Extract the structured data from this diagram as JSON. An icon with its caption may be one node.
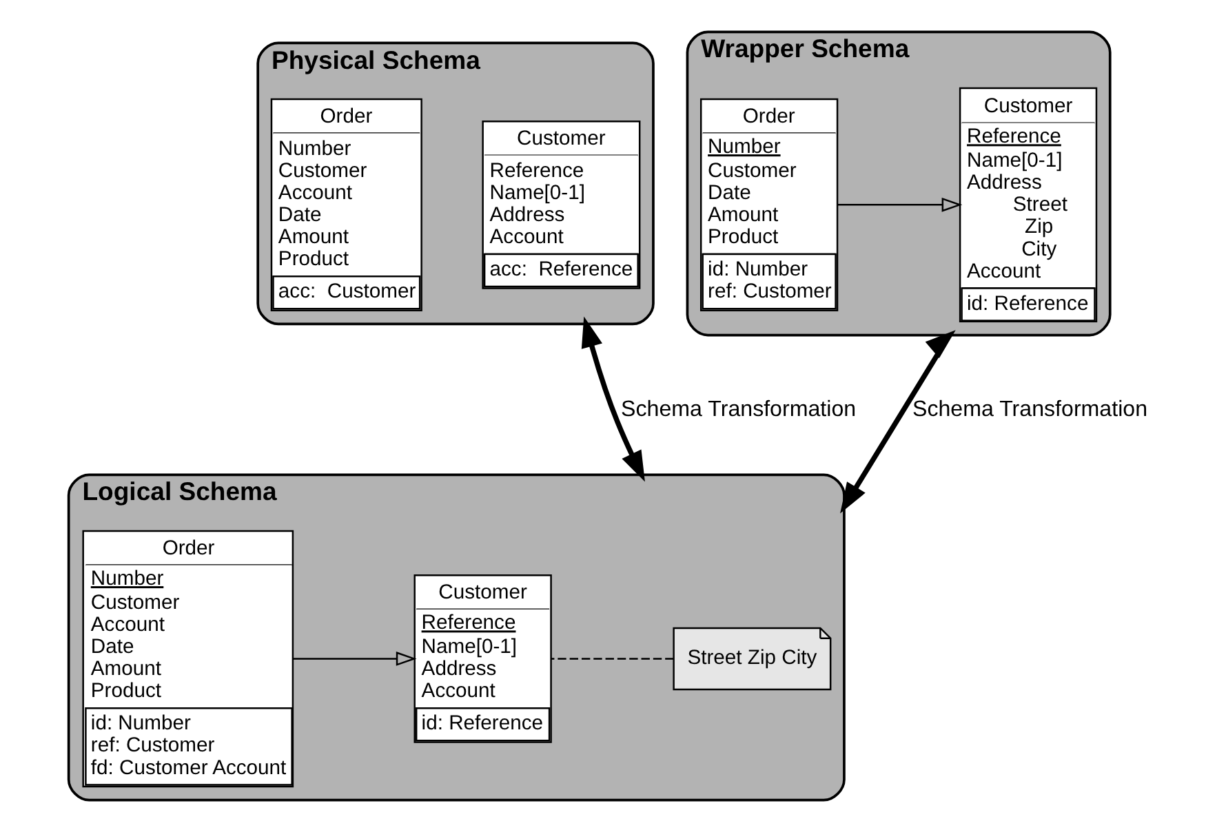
{
  "diagram": {
    "nodes": [
      {
        "text": [
          "Physical Schema"
        ]
      },
      {
        "text": [
          "Customer",
          "Reference",
          "Name[0-1]",
          "Address",
          "Account",
          "acc:  Reference"
        ],
        "in": 0
      },
      {
        "text": [
          "Order",
          "Number",
          "Customer",
          "Account",
          "Date",
          "Amount",
          "Product",
          "acc:  Customer"
        ],
        "in": 0
      },
      {
        "text": [
          "Wrapper Schema"
        ]
      },
      {
        "text": [
          "Customer",
          "Reference",
          "Name[0-1]",
          "Address",
          "Street",
          "Zip",
          "City",
          "Account",
          "id: Reference"
        ],
        "in": 3
      },
      {
        "text": [
          "Order",
          "Number",
          "Customer",
          "Date",
          "Amount",
          "Product",
          "id: Number",
          "ref: Customer"
        ],
        "in": 3
      },
      {
        "text": [
          "Logical Schema"
        ]
      },
      {
        "text": [
          "Street Zip City"
        ],
        "in": 6
      },
      {
        "text": [
          "Customer",
          "Reference",
          "Name[0-1]",
          "Address",
          "Account",
          "id: Reference"
        ],
        "in": 6
      },
      {
        "text": [
          "Order",
          "Number",
          "Customer",
          "Account",
          "Date",
          "Amount",
          "Product",
          "id: Number",
          "ref: Customer",
          "fd: Customer Account"
        ],
        "in": 6
      }
    ],
    "edges": [
      {
        "from": 0,
        "to": 6,
        "arrow": "both",
        "label": "Schema Transformation",
        "style": "thick"
      },
      {
        "from": 3,
        "to": 6,
        "arrow": "both",
        "label": "Schema Transformation",
        "style": "thick"
      },
      {
        "from": 5,
        "to": 4,
        "arrow": "to"
      },
      {
        "from": 9,
        "to": 8,
        "arrow": "to"
      },
      {
        "from": 7,
        "to": 8,
        "arrow": "none",
        "style": "dashed"
      }
    ]
  }
}
